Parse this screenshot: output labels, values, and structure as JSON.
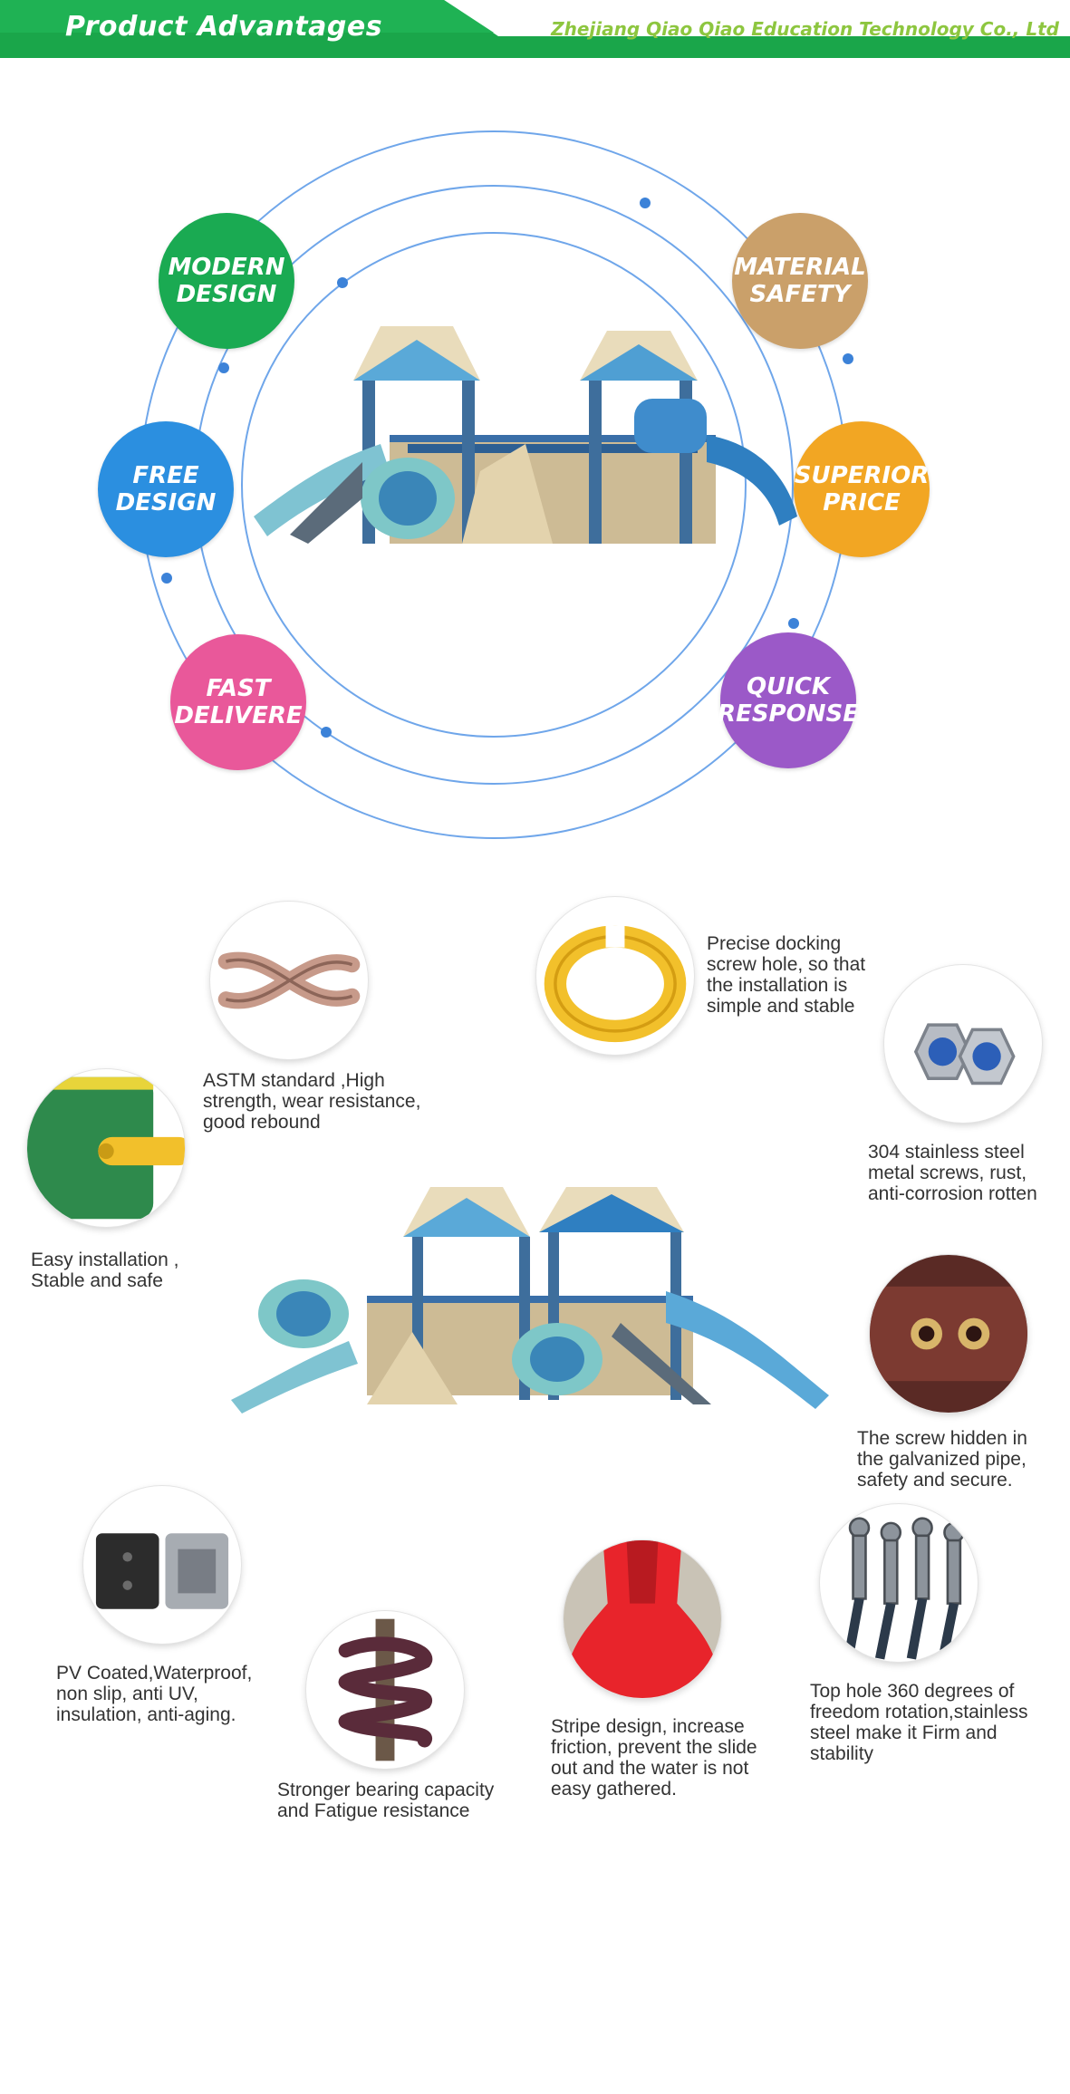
{
  "header": {
    "title": "Product Advantages",
    "company": "Zhejiang Qiao Qiao Education Technology Co., Ltd",
    "colors": {
      "green": "#1aa64a",
      "company_text": "#8dc63f"
    }
  },
  "advantages": [
    {
      "label": "MODERN\nDESIGN",
      "color": "#1aaa52"
    },
    {
      "label": "MATERIAL\nSAFETY",
      "color": "#caa06a"
    },
    {
      "label": "FREE\nDESIGN",
      "color": "#2b8fe0"
    },
    {
      "label": "SUPERIOR\nPRICE",
      "color": "#f2a623"
    },
    {
      "label": "FAST\nDELIVERE",
      "color": "#e9589a"
    },
    {
      "label": "QUICK\nRESPONSE",
      "color": "#9b59c8"
    }
  ],
  "features": [
    {
      "icon": "rope-knot-icon",
      "caption": "ASTM standard ,High\nstrength, wear resistance,\ngood rebound"
    },
    {
      "icon": "pipe-clamp-icon",
      "caption": "Precise docking\nscrew hole, so that\nthe installation is\nsimple and stable"
    },
    {
      "icon": "lock-nut-icon",
      "caption": "304 stainless steel\nmetal screws, rust,\nanti-corrosion rotten"
    },
    {
      "icon": "panel-connector-icon",
      "caption": "Easy installation ,\nStable and safe"
    },
    {
      "icon": "hidden-screw-icon",
      "caption": "The screw hidden in\nthe galvanized pipe,\nsafety and secure."
    },
    {
      "icon": "coated-deck-icon",
      "caption": "PV Coated,Waterproof,\nnon slip, anti UV,\ninsulation, anti-aging."
    },
    {
      "icon": "spring-icon",
      "caption": "Stronger bearing capacity\nand Fatigue resistance"
    },
    {
      "icon": "red-slide-icon",
      "caption": "Stripe design, increase\nfriction, prevent the slide\nout and the water is not\neasy gathered."
    },
    {
      "icon": "swivel-hooks-icon",
      "caption": "Top hole 360 degrees of\nfreedom rotation,stainless\nsteel make it Firm and\nstability"
    }
  ]
}
